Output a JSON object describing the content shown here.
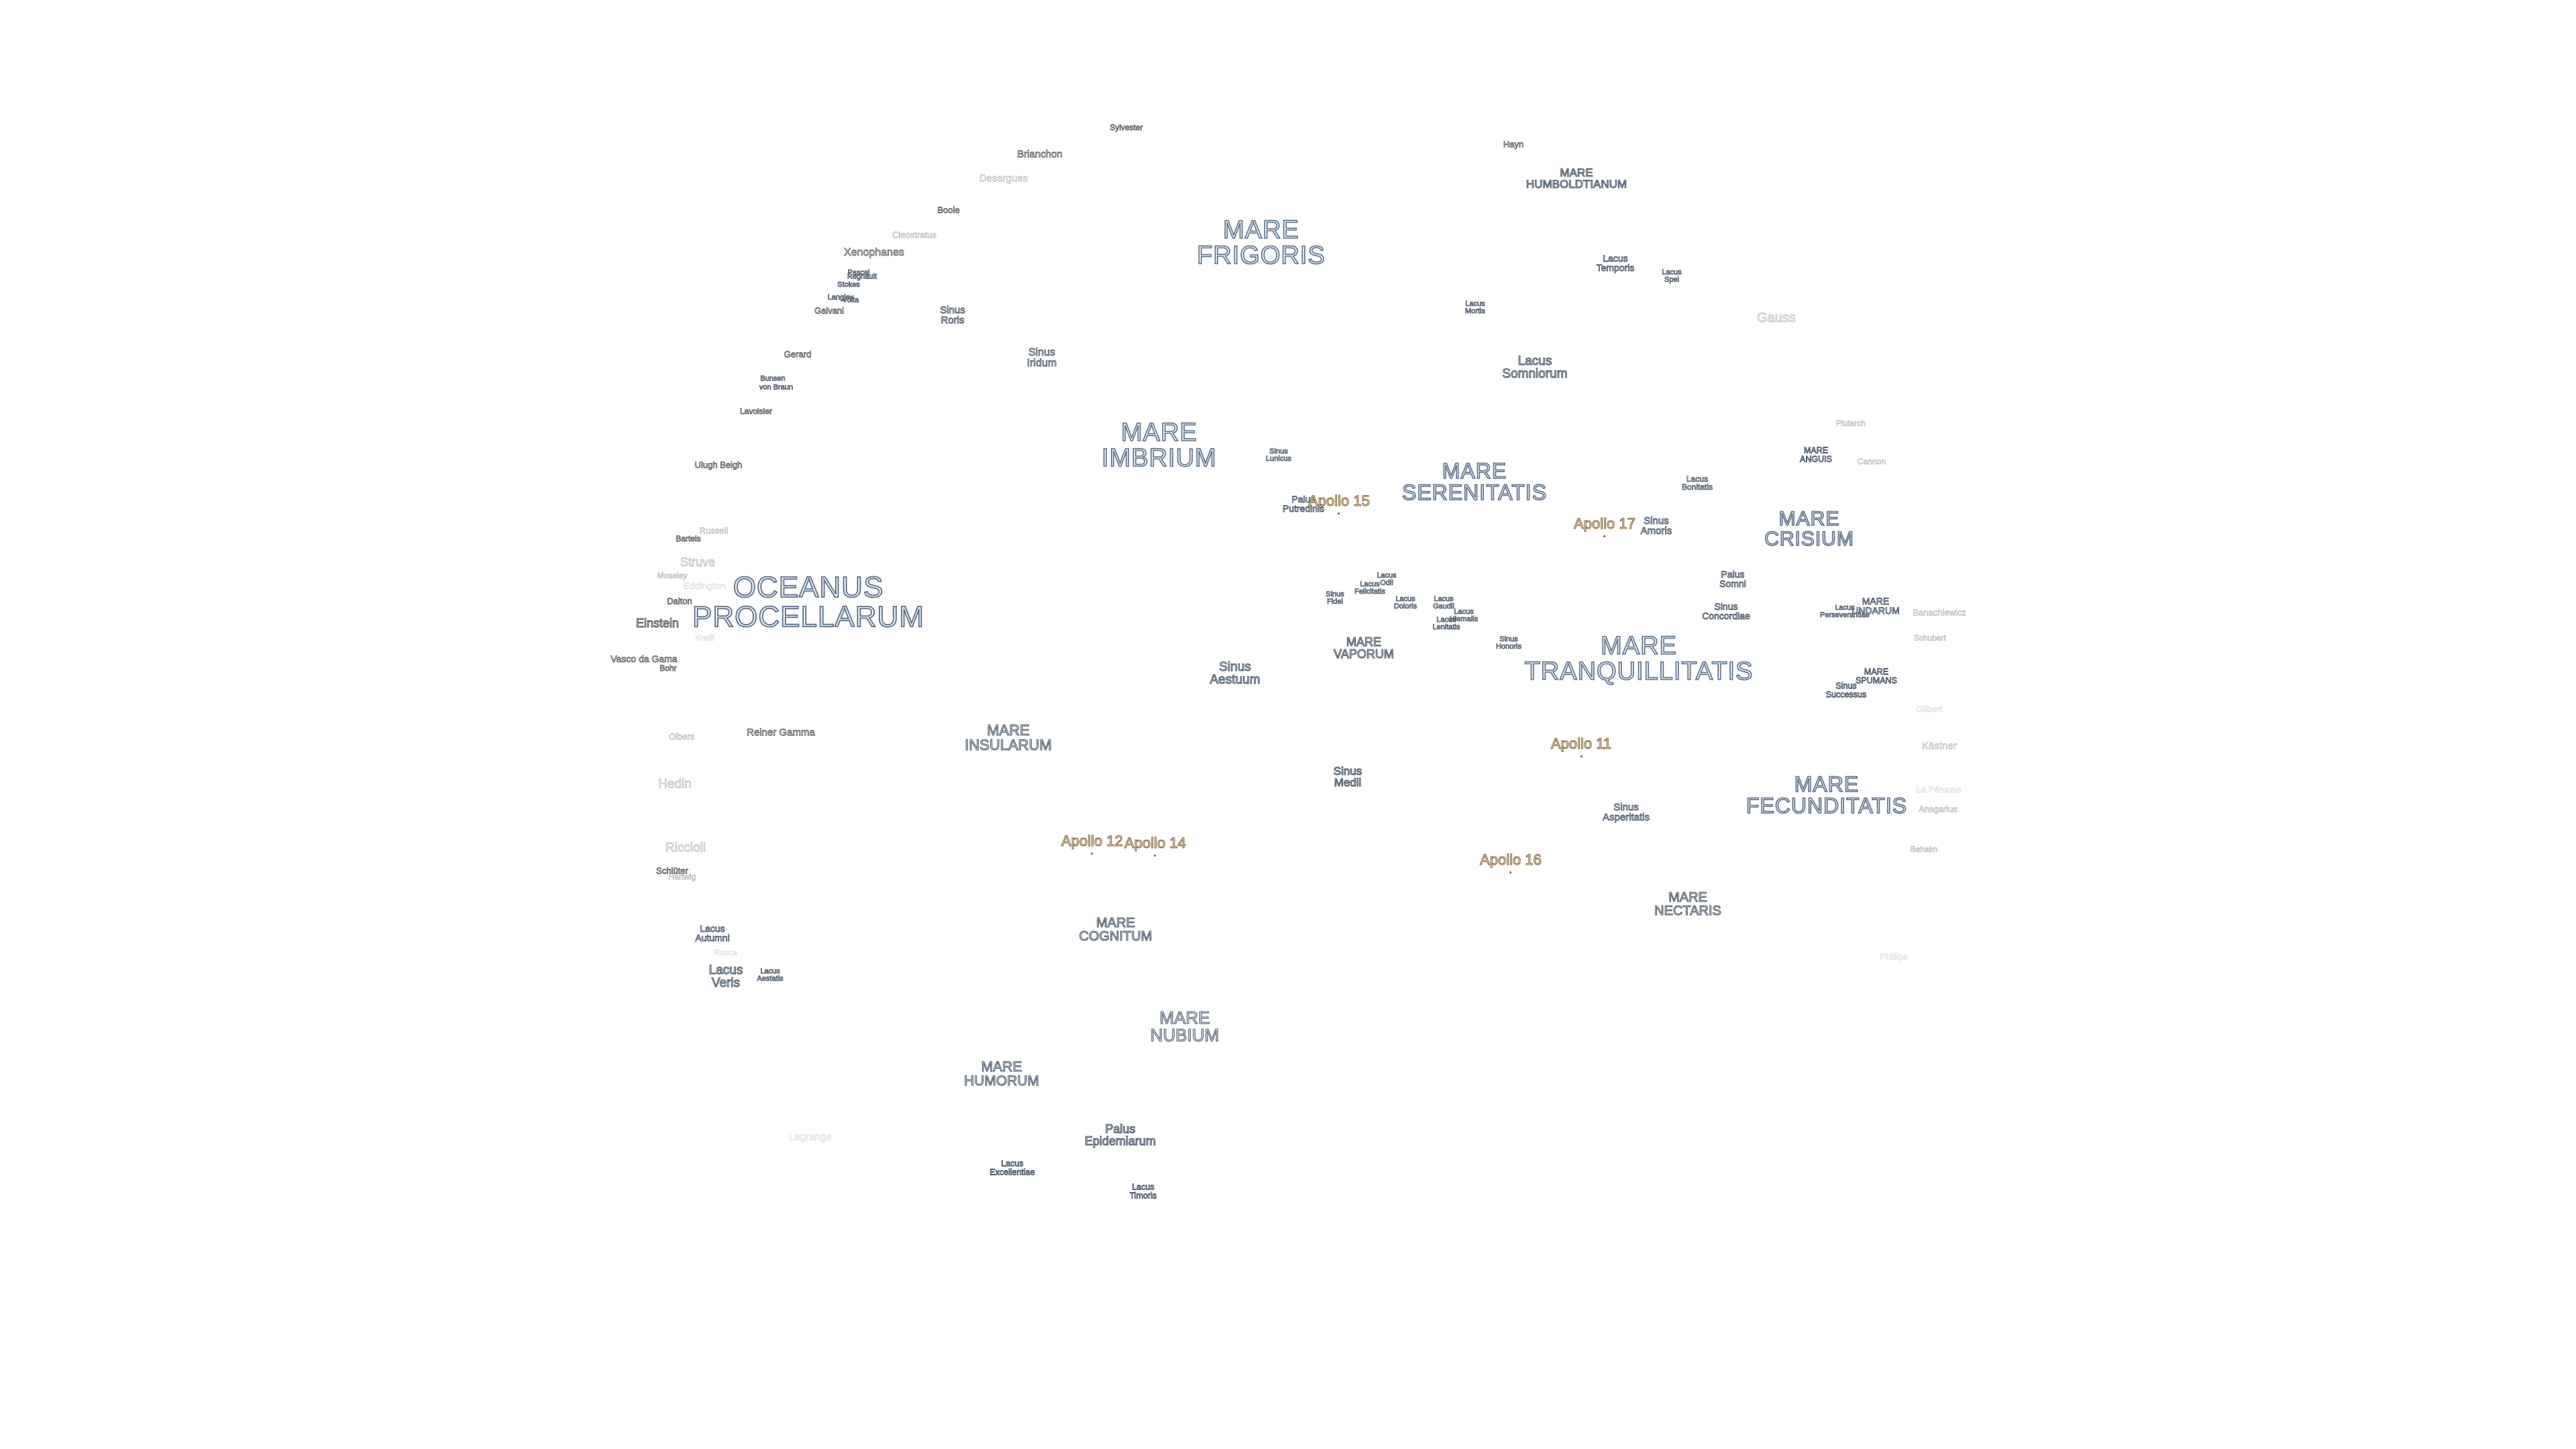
{
  "map": {
    "background": "#ffffff",
    "label_styles": {
      "sea_fill": "#e9f0f8",
      "sea_outline": "#5c6f88",
      "feature_outline": "#4d5a6b",
      "crater_outline": "#6a6a6a",
      "apollo_fill": "#fbf2dc",
      "apollo_outline": "#8a6a3a"
    },
    "oceanus": [
      "OCEANUS",
      "PROCELLARUM"
    ],
    "maria": {
      "frigoris": [
        "MARE",
        "FRIGORIS"
      ],
      "imbrium": [
        "MARE",
        "IMBRIUM"
      ],
      "serenitatis": [
        "MARE",
        "SERENITATIS"
      ],
      "tranquillitatis": [
        "MARE",
        "TRANQUILLITATIS"
      ],
      "crisium": [
        "MARE",
        "CRISIUM"
      ],
      "fecunditatis": [
        "MARE",
        "FECUNDITATIS"
      ],
      "insularum": [
        "MARE",
        "INSULARUM"
      ],
      "cognitum": [
        "MARE",
        "COGNITUM"
      ],
      "nubium": [
        "MARE",
        "NUBIUM"
      ],
      "humorum": [
        "MARE",
        "HUMORUM"
      ],
      "nectaris": [
        "MARE",
        "NECTARIS"
      ],
      "vaporum": [
        "MARE",
        "VAPORUM"
      ],
      "humboldtianum": [
        "MARE",
        "HUMBOLDTIANUM"
      ],
      "anguis": [
        "MARE",
        "ANGUIS"
      ],
      "undarum": [
        "MARE",
        "UNDARUM"
      ],
      "spumans": [
        "MARE",
        "SPUMANS"
      ]
    },
    "features": {
      "lacus_somniorum": [
        "Lacus",
        "Somniorum"
      ],
      "lacus_temporis": [
        "Lacus",
        "Temporis"
      ],
      "lacus_spei": [
        "Lacus",
        "Spei"
      ],
      "lacus_mortis": [
        "Lacus",
        "Mortis"
      ],
      "lacus_bonitatis": [
        "Lacus",
        "Bonitatis"
      ],
      "lacus_doloris": [
        "Lacus",
        "Doloris"
      ],
      "lacus_gaudii": [
        "Lacus",
        "Gaudii"
      ],
      "lacus_hiemalis": [
        "Lacus",
        "Hiemalis"
      ],
      "lacus_lenitatis": [
        "Lacus",
        "Lenitatis"
      ],
      "lacus_odii": [
        "Lacus",
        "Odii"
      ],
      "lacus_felicitatis": [
        "Lacus",
        "Felicitatis"
      ],
      "lacus_autumni": [
        "Lacus",
        "Autumni"
      ],
      "lacus_veris": [
        "Lacus",
        "Veris"
      ],
      "lacus_aestatis": [
        "Lacus",
        "Aestatis"
      ],
      "lacus_excellentiae": [
        "Lacus",
        "Excellentiae"
      ],
      "lacus_timoris": [
        "Lacus",
        "Timoris"
      ],
      "lacus_perseverantiae": [
        "Lacus",
        "Perseverantiae"
      ],
      "sinus_roris": [
        "Sinus",
        "Roris"
      ],
      "sinus_iridum": [
        "Sinus",
        "Iridum"
      ],
      "sinus_lunicus": [
        "Sinus",
        "Lunicus"
      ],
      "sinus_amoris": [
        "Sinus",
        "Amoris"
      ],
      "sinus_fidei": [
        "Sinus",
        "Fidei"
      ],
      "sinus_honoris": [
        "Sinus",
        "Honoris"
      ],
      "sinus_aestuum": [
        "Sinus",
        "Aestuum"
      ],
      "sinus_medii": [
        "Sinus",
        "Medii"
      ],
      "sinus_asperitatis": [
        "Sinus",
        "Asperitatis"
      ],
      "sinus_concordiae": [
        "Sinus",
        "Concordiae"
      ],
      "sinus_successus": [
        "Sinus",
        "Successus"
      ],
      "palus_putredinis": [
        "Palus",
        "Putredinis"
      ],
      "palus_somni": [
        "Palus",
        "Somni"
      ],
      "palus_epidemiarum": [
        "Palus",
        "Epidemiarum"
      ]
    },
    "apollo": {
      "a11": "Apollo 11",
      "a12": "Apollo 12",
      "a14": "Apollo 14",
      "a15": "Apollo 15",
      "a16": "Apollo 16",
      "a17": "Apollo 17"
    },
    "craters": {
      "sylvester": "Sylvester",
      "brianchon": "Brianchon",
      "desargues": "Desargues",
      "boole": "Boole",
      "cleostratus": "Cleostratus",
      "xenophanes": "Xenophanes",
      "pascal": "Pascal",
      "regnault": "Regnault",
      "stokes": "Stokes",
      "langley": "Langley",
      "galvani": "Galvani",
      "volta": "Volta",
      "gerard": "Gerard",
      "bunsen": "Bunsen",
      "von_braun": "von Braun",
      "lavoisier": "Lavoisier",
      "ulugh_beigh": "Ulugh Beigh",
      "russell": "Russell",
      "bartels": "Bartels",
      "struve": "Struve",
      "moseley": "Moseley",
      "eddington": "Eddington",
      "dalton": "Dalton",
      "einstein": "Einstein",
      "vasco_da_gama": "Vasco da Gama",
      "bohr": "Bohr",
      "krafft": "Krafft",
      "olbers": "Olbers",
      "reiner_gamma": "Reiner Gamma",
      "hedin": "Hedin",
      "riccioli": "Riccioli",
      "schluter": "Schlüter",
      "hartwig": "Hartwig",
      "lagrange": "Lagrange",
      "rocca": "Rocca",
      "hayn": "Hayn",
      "gauss": "Gauss",
      "plutarch": "Plutarch",
      "cannon": "Cannon",
      "banachiewicz": "Banachiewicz",
      "schubert": "Schubert",
      "gilbert": "Gilbert",
      "kastner": "Kästner",
      "la_perouse": "La Pérouse",
      "ansgarius": "Ansgarius",
      "behaim": "Behaim",
      "phillips": "Phillips"
    }
  }
}
